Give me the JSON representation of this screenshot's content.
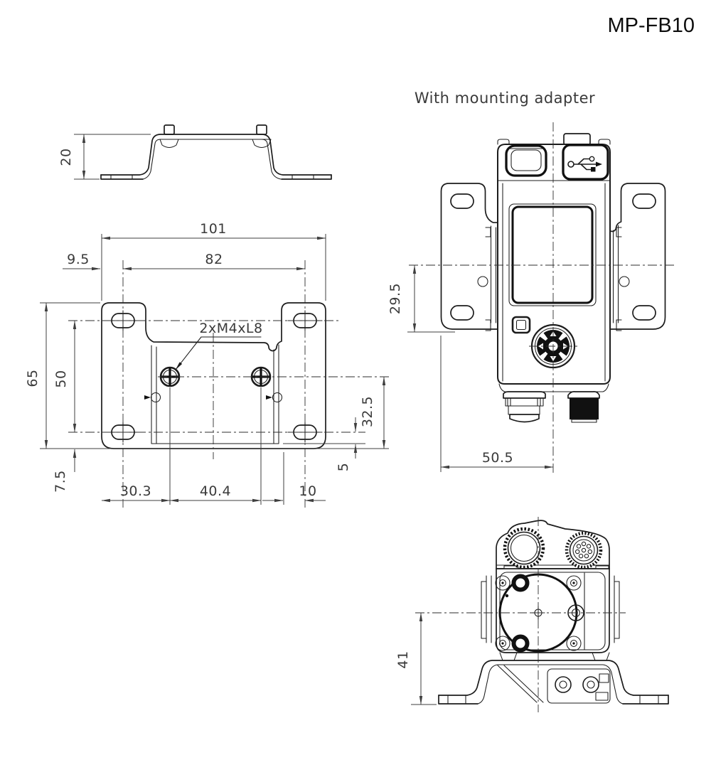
{
  "title": "MP-FB10",
  "subtitle": "With mounting adapter",
  "colors": {
    "object_line": "#1c1c1c",
    "dimension_line": "#3f3f3f",
    "dimension_text": "#3a3a3a",
    "title_text": "#0d0d0d"
  },
  "views": {
    "bracket_side": {
      "label": "mounting-bracket-side-view",
      "dims": {
        "height": "20"
      }
    },
    "plate_front": {
      "label": "mounting-plate-front-view",
      "dims": {
        "overall_width": "101",
        "left_offset": "9.5",
        "slot_pitch_h": "82",
        "overall_height": "65",
        "slot_pitch_v": "50",
        "bottom_offset": "7.5",
        "screw_left_offset": "30.3",
        "screw_pitch": "40.4",
        "right_offset": "10",
        "center_to_bottom": "32.5",
        "slot_to_step": "5",
        "screw_callout": "2xM4xL8"
      }
    },
    "device_front": {
      "label": "sensor-front-view-with-adapter",
      "dims": {
        "slot_to_bottom": "29.5",
        "edge_to_center": "50.5"
      }
    },
    "device_bottom": {
      "label": "sensor-bottom-view-with-adapter",
      "dims": {
        "axis_to_base": "41"
      }
    }
  }
}
